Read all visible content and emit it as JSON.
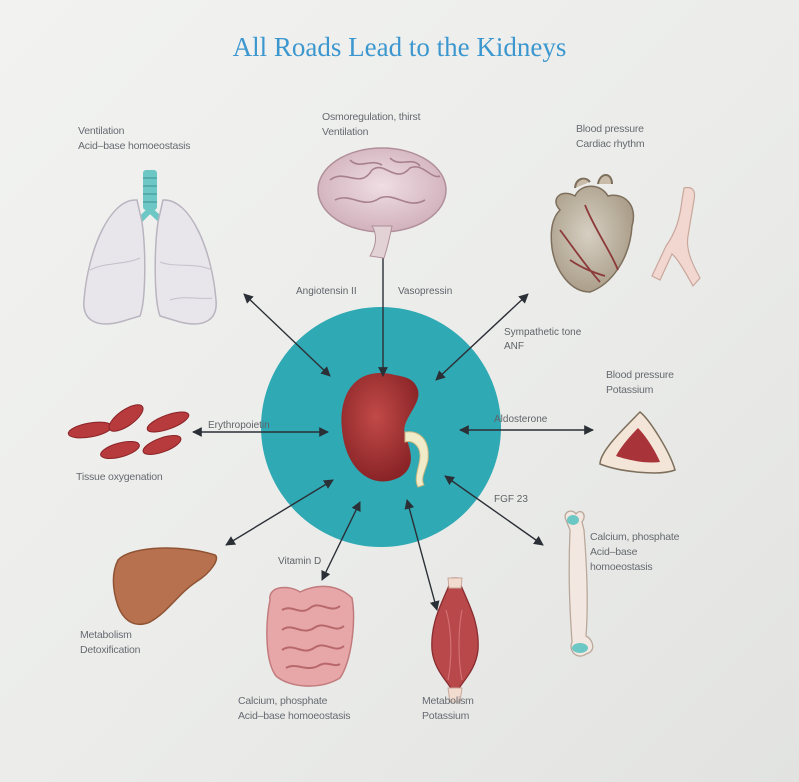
{
  "title": "All Roads Lead to the Kidneys",
  "organs": {
    "lungs": {
      "lines": [
        "Ventilation",
        "Acid–base homoeostasis"
      ]
    },
    "brain": {
      "lines": [
        "Osmoregulation, thirst",
        "Ventilation"
      ]
    },
    "heart": {
      "lines": [
        "Blood pressure",
        "Cardiac rhythm"
      ]
    },
    "adrenal": {
      "lines": [
        "Blood pressure",
        "Potassium"
      ]
    },
    "rbc": {
      "lines": [
        "Tissue oxygenation"
      ]
    },
    "bone": {
      "lines": [
        "Calcium, phosphate",
        "Acid–base",
        "homoeostasis"
      ]
    },
    "liver": {
      "lines": [
        "Metabolism",
        "Detoxification"
      ]
    },
    "intestine": {
      "lines": [
        "Calcium, phosphate",
        "Acid–base homoeostasis"
      ]
    },
    "muscle": {
      "lines": [
        "Metabolism",
        "Potassium"
      ]
    }
  },
  "hormones": {
    "angiotensin": "Angiotensin II",
    "vasopressin": "Vasopressin",
    "sympathetic": [
      "Sympathetic tone",
      "ANF"
    ],
    "erythropoietin": "Erythropoietin",
    "aldosterone": "Aldosterone",
    "fgf23": "FGF 23",
    "vitamin_d": "Vitamin D"
  },
  "colors": {
    "title": "#3d97cf",
    "circle": "#2fa9b3",
    "kidney": "#9e2f30",
    "organ_red": "#a8343a",
    "arrow": "#2b2f36",
    "label": "#666a70"
  }
}
